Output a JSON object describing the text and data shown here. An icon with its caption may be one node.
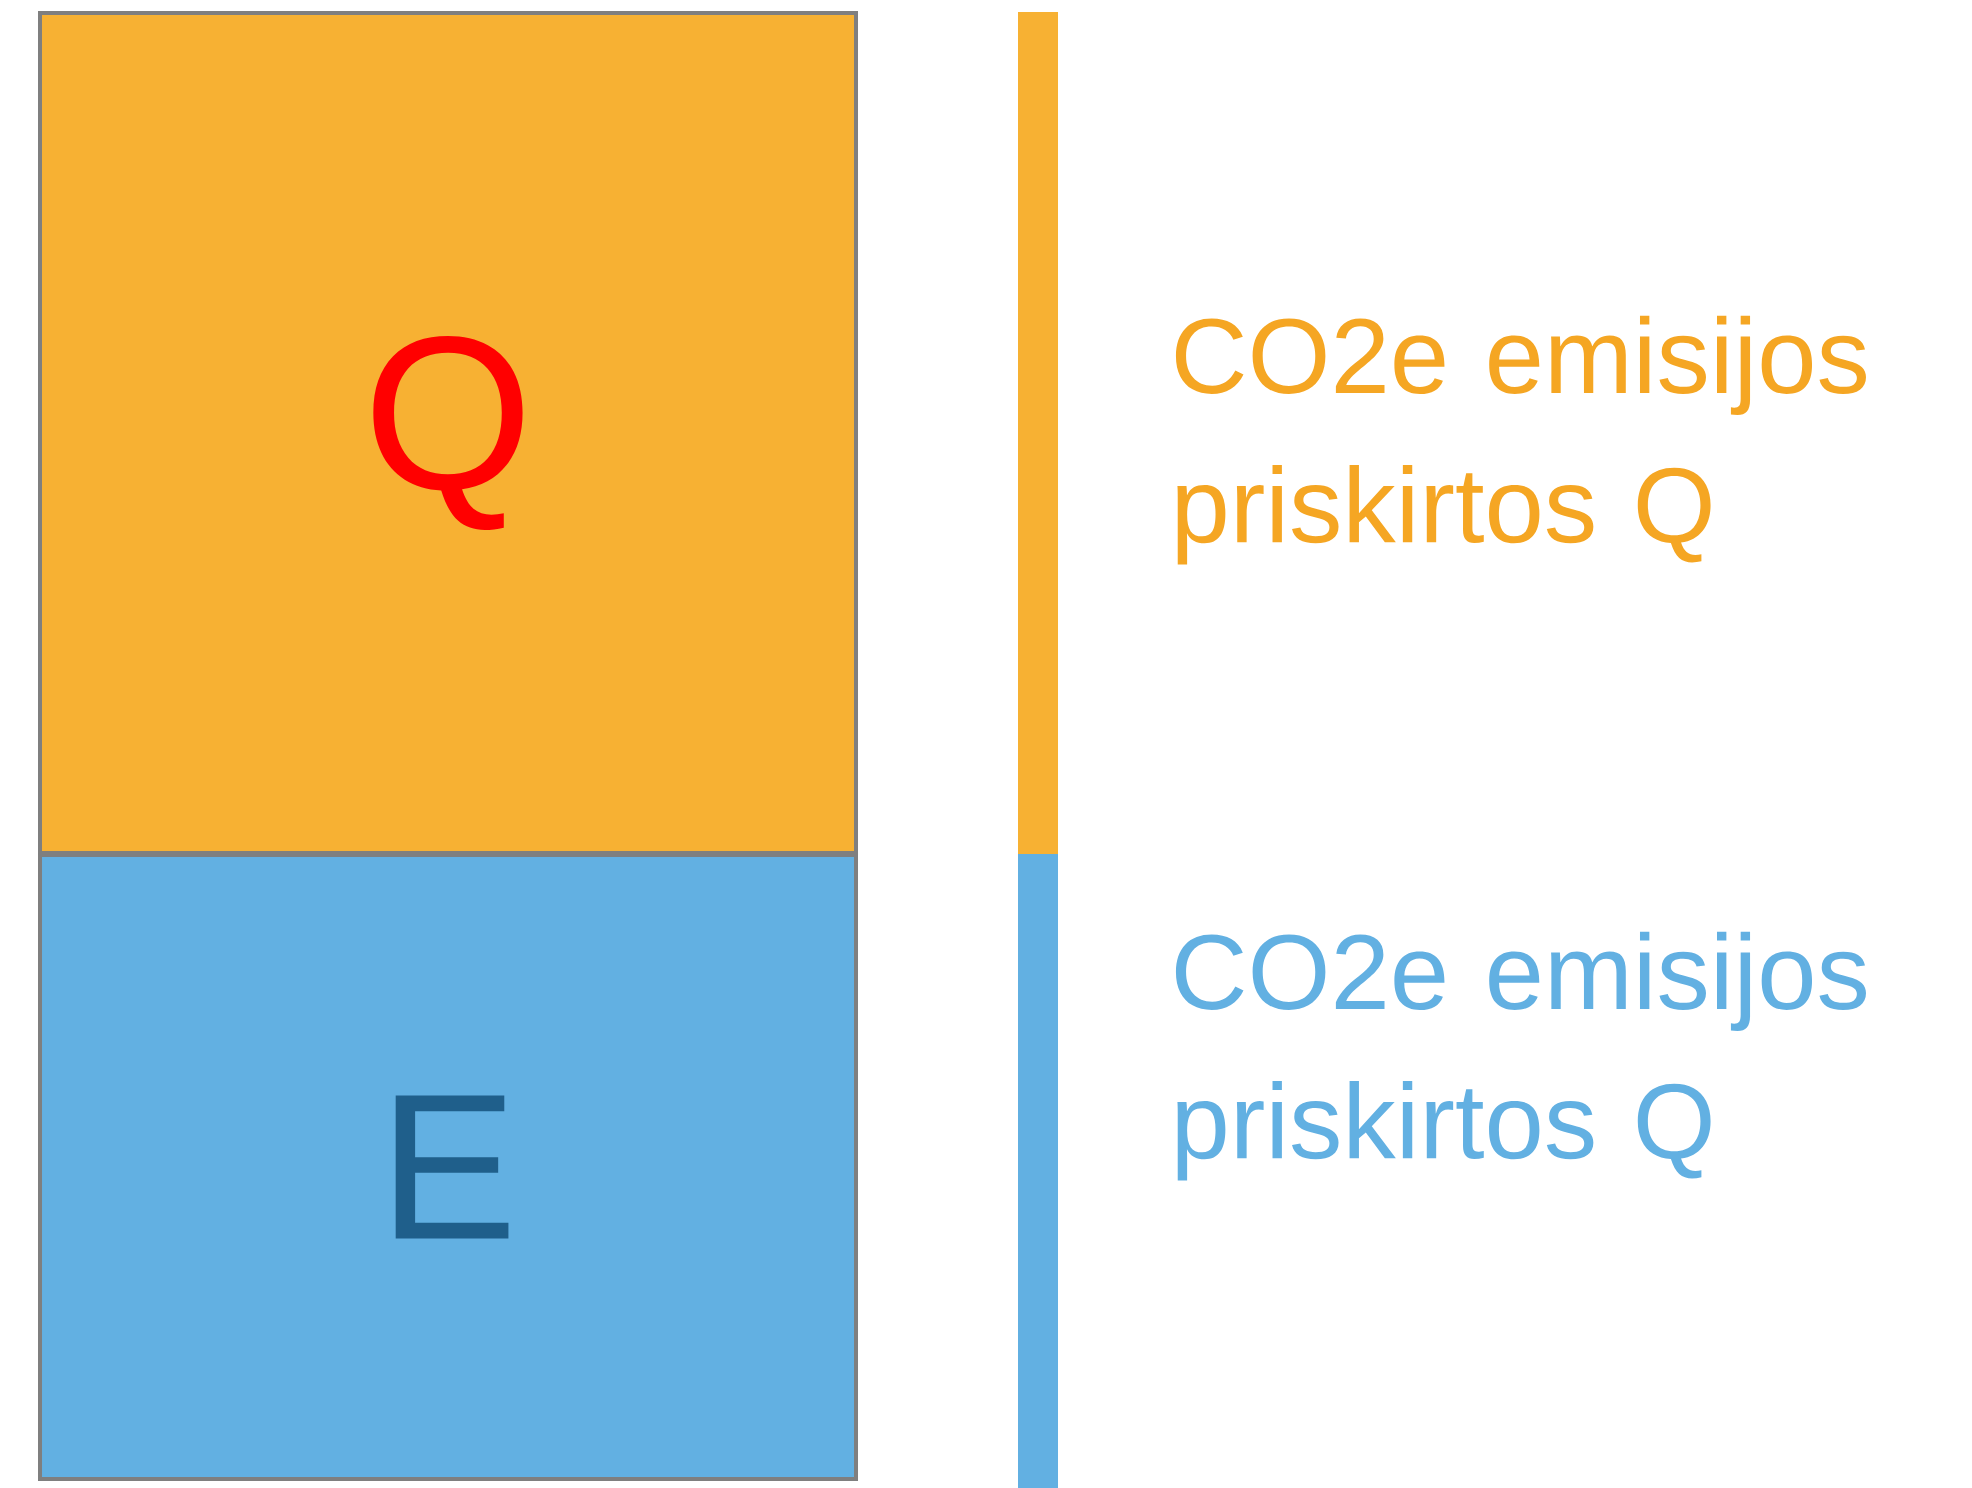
{
  "diagram": {
    "nodes": [
      {
        "text": [
          "Q"
        ]
      },
      {
        "text": [
          "E"
        ]
      },
      {
        "text": [],
        "shape": "bar"
      },
      {
        "text": [],
        "shape": "bar"
      }
    ],
    "labels": [
      "CO2e emisijos priskirtos Q",
      "CO2e emisijos priskirtos Q"
    ]
  }
}
